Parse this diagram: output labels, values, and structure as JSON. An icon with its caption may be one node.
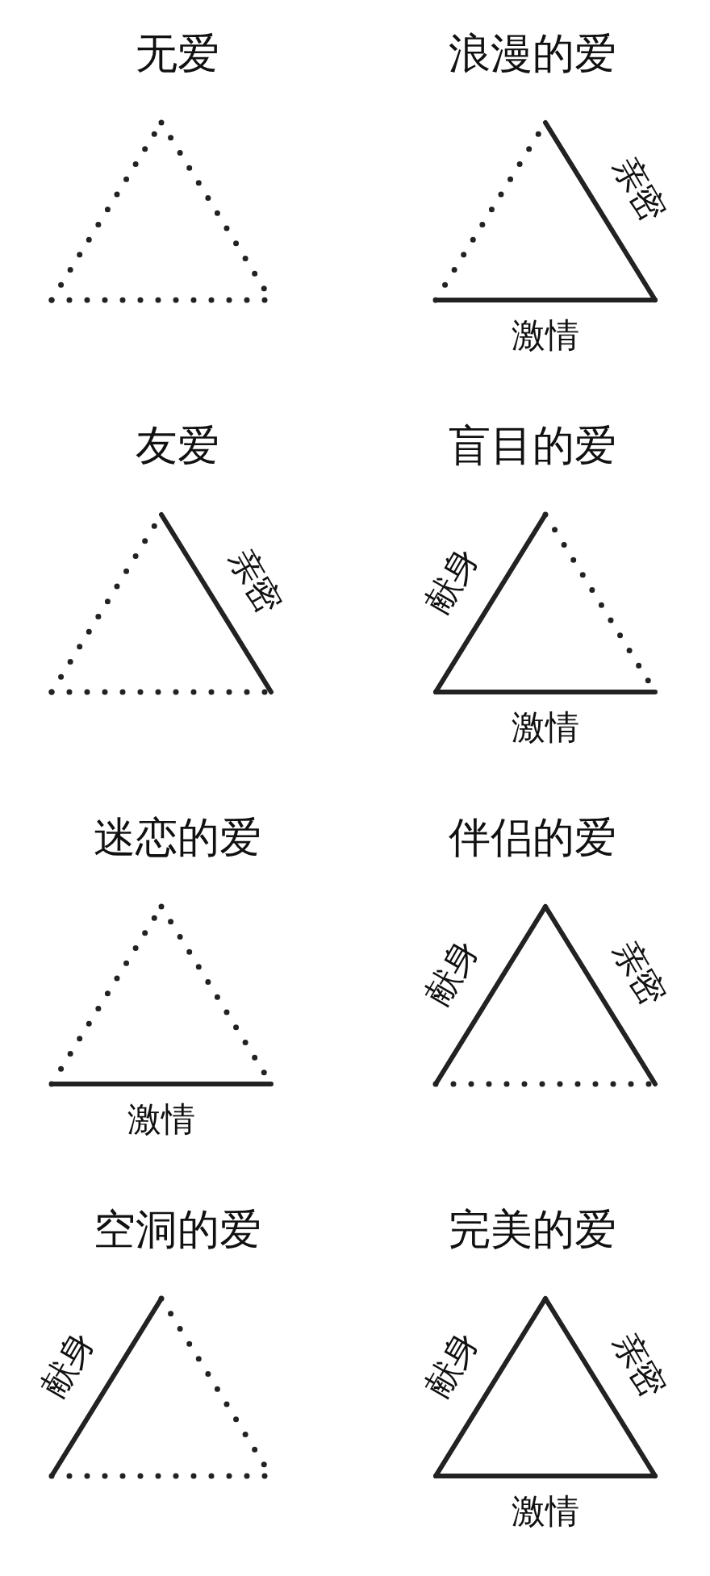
{
  "diagram": {
    "nodes": [
      {
        "text": [
          "无爱"
        ]
      },
      {
        "text": [
          "浪漫的爱",
          "亲密",
          "激情"
        ]
      },
      {
        "text": [
          "友爱",
          "亲密"
        ]
      },
      {
        "text": [
          "盲目的爱",
          "献身",
          "激情"
        ]
      },
      {
        "text": [
          "迷恋的爱",
          "激情"
        ]
      },
      {
        "text": [
          "伴侣的爱",
          "献身",
          "亲密"
        ]
      },
      {
        "text": [
          "空洞的爱",
          "献身"
        ]
      },
      {
        "text": [
          "完美的爱",
          "献身",
          "亲密",
          "激情"
        ]
      }
    ]
  }
}
